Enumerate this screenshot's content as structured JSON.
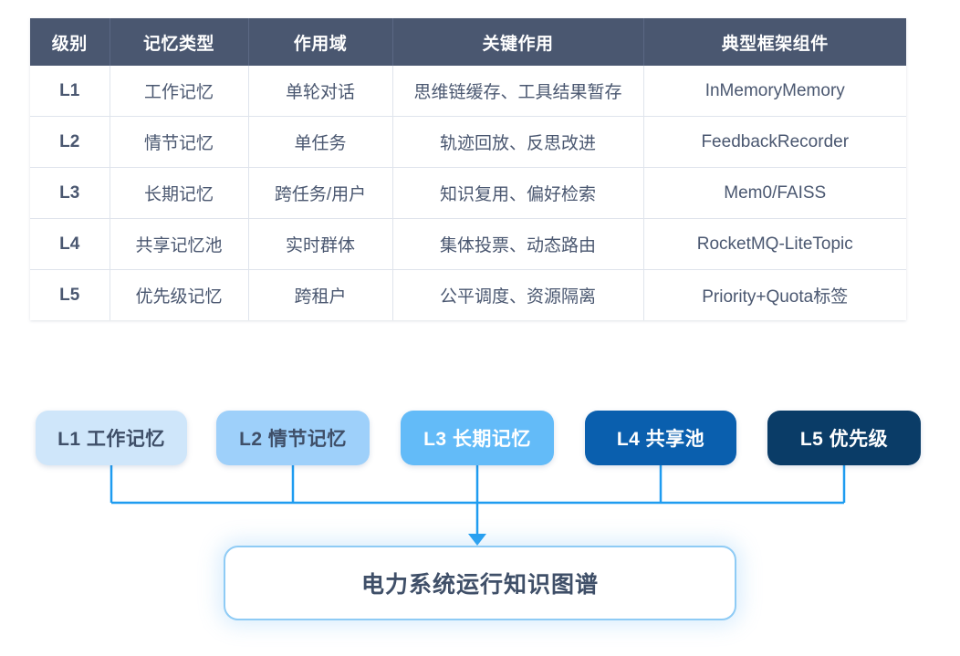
{
  "table": {
    "headers": [
      "级别",
      "记忆类型",
      "作用域",
      "关键作用",
      "典型框架组件"
    ],
    "rows": [
      {
        "level": "L1",
        "type": "工作记忆",
        "scope": "单轮对话",
        "role": "思维链缓存、工具结果暂存",
        "component": "InMemoryMemory"
      },
      {
        "level": "L2",
        "type": "情节记忆",
        "scope": "单任务",
        "role": "轨迹回放、反思改进",
        "component": "FeedbackRecorder"
      },
      {
        "level": "L3",
        "type": "长期记忆",
        "scope": "跨任务/用户",
        "role": "知识复用、偏好检索",
        "component": "Mem0/FAISS"
      },
      {
        "level": "L4",
        "type": "共享记忆池",
        "scope": "实时群体",
        "role": "集体投票、动态路由",
        "component": "RocketMQ-LiteTopic"
      },
      {
        "level": "L5",
        "type": "优先级记忆",
        "scope": "跨租户",
        "role": "公平调度、资源隔离",
        "component": "Priority+Quota标签"
      }
    ]
  },
  "flow": {
    "nodes": [
      {
        "label": "L1 工作记忆"
      },
      {
        "label": "L2 情节记忆"
      },
      {
        "label": "L3 长期记忆"
      },
      {
        "label": "L4 共享池"
      },
      {
        "label": "L5 优先级"
      }
    ],
    "target": {
      "label": "电力系统运行知识图谱"
    },
    "connector_color": "#1e9cf0",
    "arrow_icon": "down-arrow-icon"
  },
  "colors": {
    "header_bg": "#4a5770",
    "level_1": "#cfe6fa",
    "level_2": "#9ed0fa",
    "level_3": "#5cb8f7",
    "level_4": "#0a6fc2",
    "level_5": "#0a4b78",
    "accent": "#1e9cf0",
    "text": "#4a5770"
  }
}
